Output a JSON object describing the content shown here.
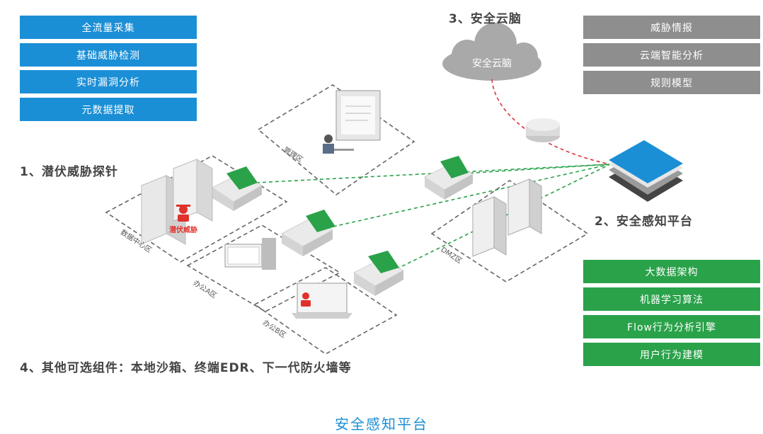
{
  "probe_features": [
    "全流量采集",
    "基础威胁检测",
    "实时漏洞分析",
    "元数据提取"
  ],
  "cloud_features": [
    "威胁情报",
    "云端智能分析",
    "规则模型"
  ],
  "platform_features": [
    "大数据架构",
    "机器学习算法",
    "Flow行为分析引擎",
    "用户行为建模"
  ],
  "labels": {
    "probe": "1、潜伏威胁探针",
    "platform": "2、安全感知平台",
    "cloud": "3、安全云脑",
    "cloud_inner": "安全云脑",
    "others": "4、其他可选组件：本地沙箱、终端EDR、下一代防火墙等",
    "threat_tag": "潜伏威胁"
  },
  "zones": {
    "mgmt": "管理区",
    "datacenter": "数据中心区",
    "office_a": "办公A区",
    "office_b": "办公B区",
    "dmz": "DMZ区"
  },
  "footer_title": "安全感知平台",
  "colors": {
    "blue": "#1b8fd6",
    "gray": "#8e8e8e",
    "green": "#2aa24a",
    "threat_red": "#e0312b",
    "link_green": "#2aa24a",
    "cloud_link_red": "#d9343a"
  }
}
